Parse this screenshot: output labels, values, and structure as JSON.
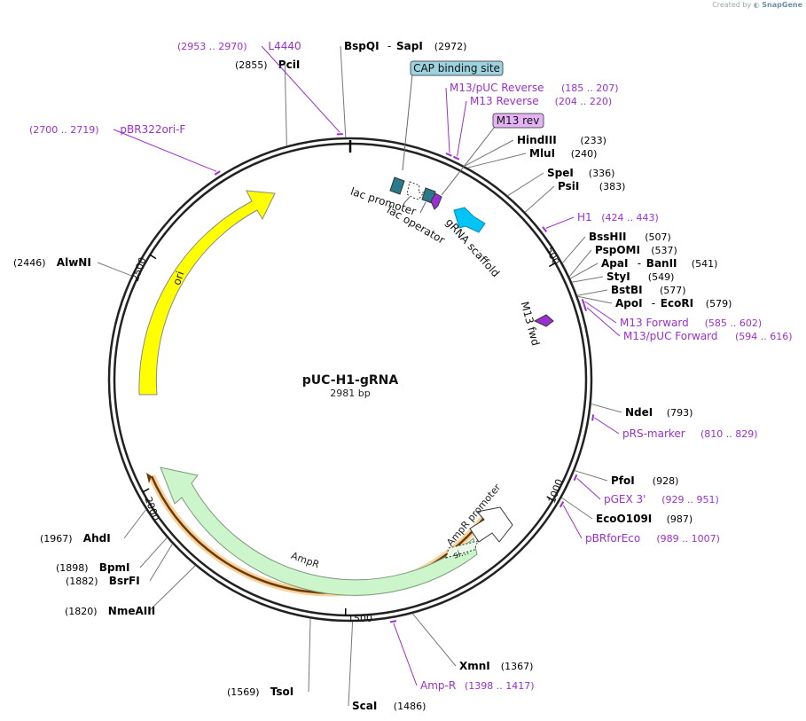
{
  "credit": {
    "prefix": "Created by",
    "brand": "SnapGene"
  },
  "plasmid": {
    "name": "pUC-H1-gRNA",
    "length_label": "2981 bp",
    "length": 2981
  },
  "colors": {
    "enzyme": "#000000",
    "primer": "#9b2fd3",
    "ori": "#ffff00",
    "amp": "#ccf5cc",
    "amp_orf": "#f5a623",
    "scaffold": "#00c4f5",
    "lac": "#2a7a8c",
    "cap": "#9dd3e0",
    "m13rev": "#e4b3f5"
  },
  "ticks": [
    {
      "label": "500",
      "bp": 500
    },
    {
      "label": "1000",
      "bp": 1000
    },
    {
      "label": "1500",
      "bp": 1500
    },
    {
      "label": "2000",
      "bp": 2000
    },
    {
      "label": "2500",
      "bp": 2500
    }
  ],
  "sites": [
    {
      "name": "BspQI",
      "name2": "SapI",
      "pos": "(2972)",
      "bp": 2972,
      "kind": "enzyme"
    },
    {
      "name": "PciI",
      "pos": "(2855)",
      "bp": 2855,
      "kind": "enzyme"
    },
    {
      "name": "L4440",
      "pos": "(2953 .. 2970)",
      "bp": 2961,
      "kind": "primer"
    },
    {
      "name": "pBR322ori-F",
      "pos": "(2700 .. 2719)",
      "bp": 2710,
      "kind": "primer"
    },
    {
      "name": "AlwNI",
      "pos": "(2446)",
      "bp": 2446,
      "kind": "enzyme"
    },
    {
      "name": "M13/pUC Reverse",
      "pos": "(185 .. 207)",
      "bp": 196,
      "kind": "primer"
    },
    {
      "name": "M13 Reverse",
      "pos": "(204 .. 220)",
      "bp": 212,
      "kind": "primer"
    },
    {
      "name": "HindIII",
      "pos": "(233)",
      "bp": 233,
      "kind": "enzyme"
    },
    {
      "name": "MluI",
      "pos": "(240)",
      "bp": 240,
      "kind": "enzyme"
    },
    {
      "name": "SpeI",
      "pos": "(336)",
      "bp": 336,
      "kind": "enzyme"
    },
    {
      "name": "PsiI",
      "pos": "(383)",
      "bp": 383,
      "kind": "enzyme"
    },
    {
      "name": "H1",
      "pos": "(424 .. 443)",
      "bp": 433,
      "kind": "primer"
    },
    {
      "name": "BssHII",
      "pos": "(507)",
      "bp": 507,
      "kind": "enzyme"
    },
    {
      "name": "PspOMI",
      "pos": "(537)",
      "bp": 537,
      "kind": "enzyme"
    },
    {
      "name": "ApaI",
      "name2": "BanII",
      "pos": "(541)",
      "bp": 541,
      "kind": "enzyme"
    },
    {
      "name": "StyI",
      "pos": "(549)",
      "bp": 549,
      "kind": "enzyme"
    },
    {
      "name": "BstBI",
      "pos": "(577)",
      "bp": 577,
      "kind": "enzyme"
    },
    {
      "name": "ApoI",
      "name2": "EcoRI",
      "pos": "(579)",
      "bp": 579,
      "kind": "enzyme"
    },
    {
      "name": "M13 Forward",
      "pos": "(585 .. 602)",
      "bp": 593,
      "kind": "primer"
    },
    {
      "name": "M13/pUC Forward",
      "pos": "(594 .. 616)",
      "bp": 605,
      "kind": "primer"
    },
    {
      "name": "NdeI",
      "pos": "(793)",
      "bp": 793,
      "kind": "enzyme"
    },
    {
      "name": "pRS-marker",
      "pos": "(810 .. 829)",
      "bp": 819,
      "kind": "primer"
    },
    {
      "name": "PfoI",
      "pos": "(928)",
      "bp": 928,
      "kind": "enzyme"
    },
    {
      "name": "pGEX 3'",
      "pos": "(929 .. 951)",
      "bp": 940,
      "kind": "primer"
    },
    {
      "name": "EcoO109I",
      "pos": "(987)",
      "bp": 987,
      "kind": "enzyme"
    },
    {
      "name": "pBRforEco",
      "pos": "(989 .. 1007)",
      "bp": 998,
      "kind": "primer"
    },
    {
      "name": "XmnI",
      "pos": "(1367)",
      "bp": 1367,
      "kind": "enzyme"
    },
    {
      "name": "Amp-R",
      "pos": "(1398 .. 1417)",
      "bp": 1407,
      "kind": "primer"
    },
    {
      "name": "ScaI",
      "pos": "(1486)",
      "bp": 1486,
      "kind": "enzyme"
    },
    {
      "name": "TsoI",
      "pos": "(1569)",
      "bp": 1569,
      "kind": "enzyme"
    },
    {
      "name": "NmeAIII",
      "pos": "(1820)",
      "bp": 1820,
      "kind": "enzyme"
    },
    {
      "name": "BsrFI",
      "pos": "(1882)",
      "bp": 1882,
      "kind": "enzyme"
    },
    {
      "name": "BpmI",
      "pos": "(1898)",
      "bp": 1898,
      "kind": "enzyme"
    },
    {
      "name": "AhdI",
      "pos": "(1967)",
      "bp": 1967,
      "kind": "enzyme"
    }
  ],
  "features": {
    "ori": "ori",
    "ampr": "AmpR",
    "ampr_promoter": "AmpR promoter",
    "signal": "si…",
    "cap": "CAP binding site",
    "lac_promoter": "lac promoter",
    "lac_operator": "lac operator",
    "m13_rev": "M13 rev",
    "m13_fwd": "M13 fwd",
    "grna_scaffold": "gRNA scaffold"
  }
}
